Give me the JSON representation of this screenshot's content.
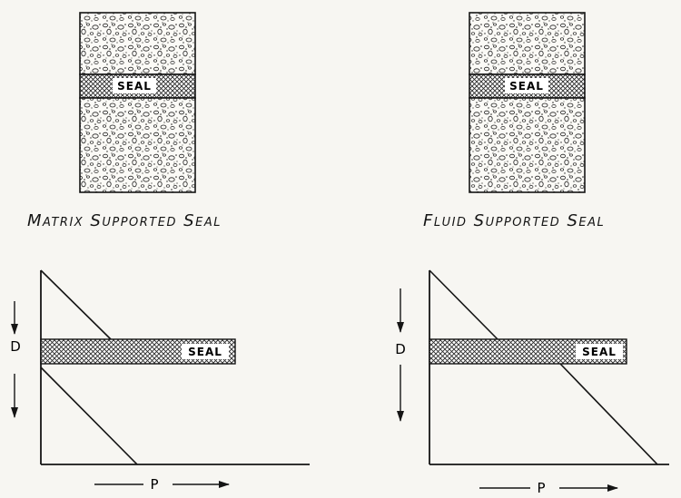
{
  "panels": {
    "matrix": {
      "caption": "Matrix Supported Seal",
      "column_seal_label": "SEAL",
      "plot": {
        "seal_label": "SEAL",
        "y_axis_label": "D",
        "x_axis_label": "P"
      }
    },
    "fluid": {
      "caption": "Fluid Supported Seal",
      "column_seal_label": "SEAL",
      "plot": {
        "seal_label": "SEAL",
        "y_axis_label": "D",
        "x_axis_label": "P"
      }
    }
  },
  "colors": {
    "ink": "#151515",
    "paper": "#f7f6f2",
    "seal_fill": "#9a9a9a"
  }
}
